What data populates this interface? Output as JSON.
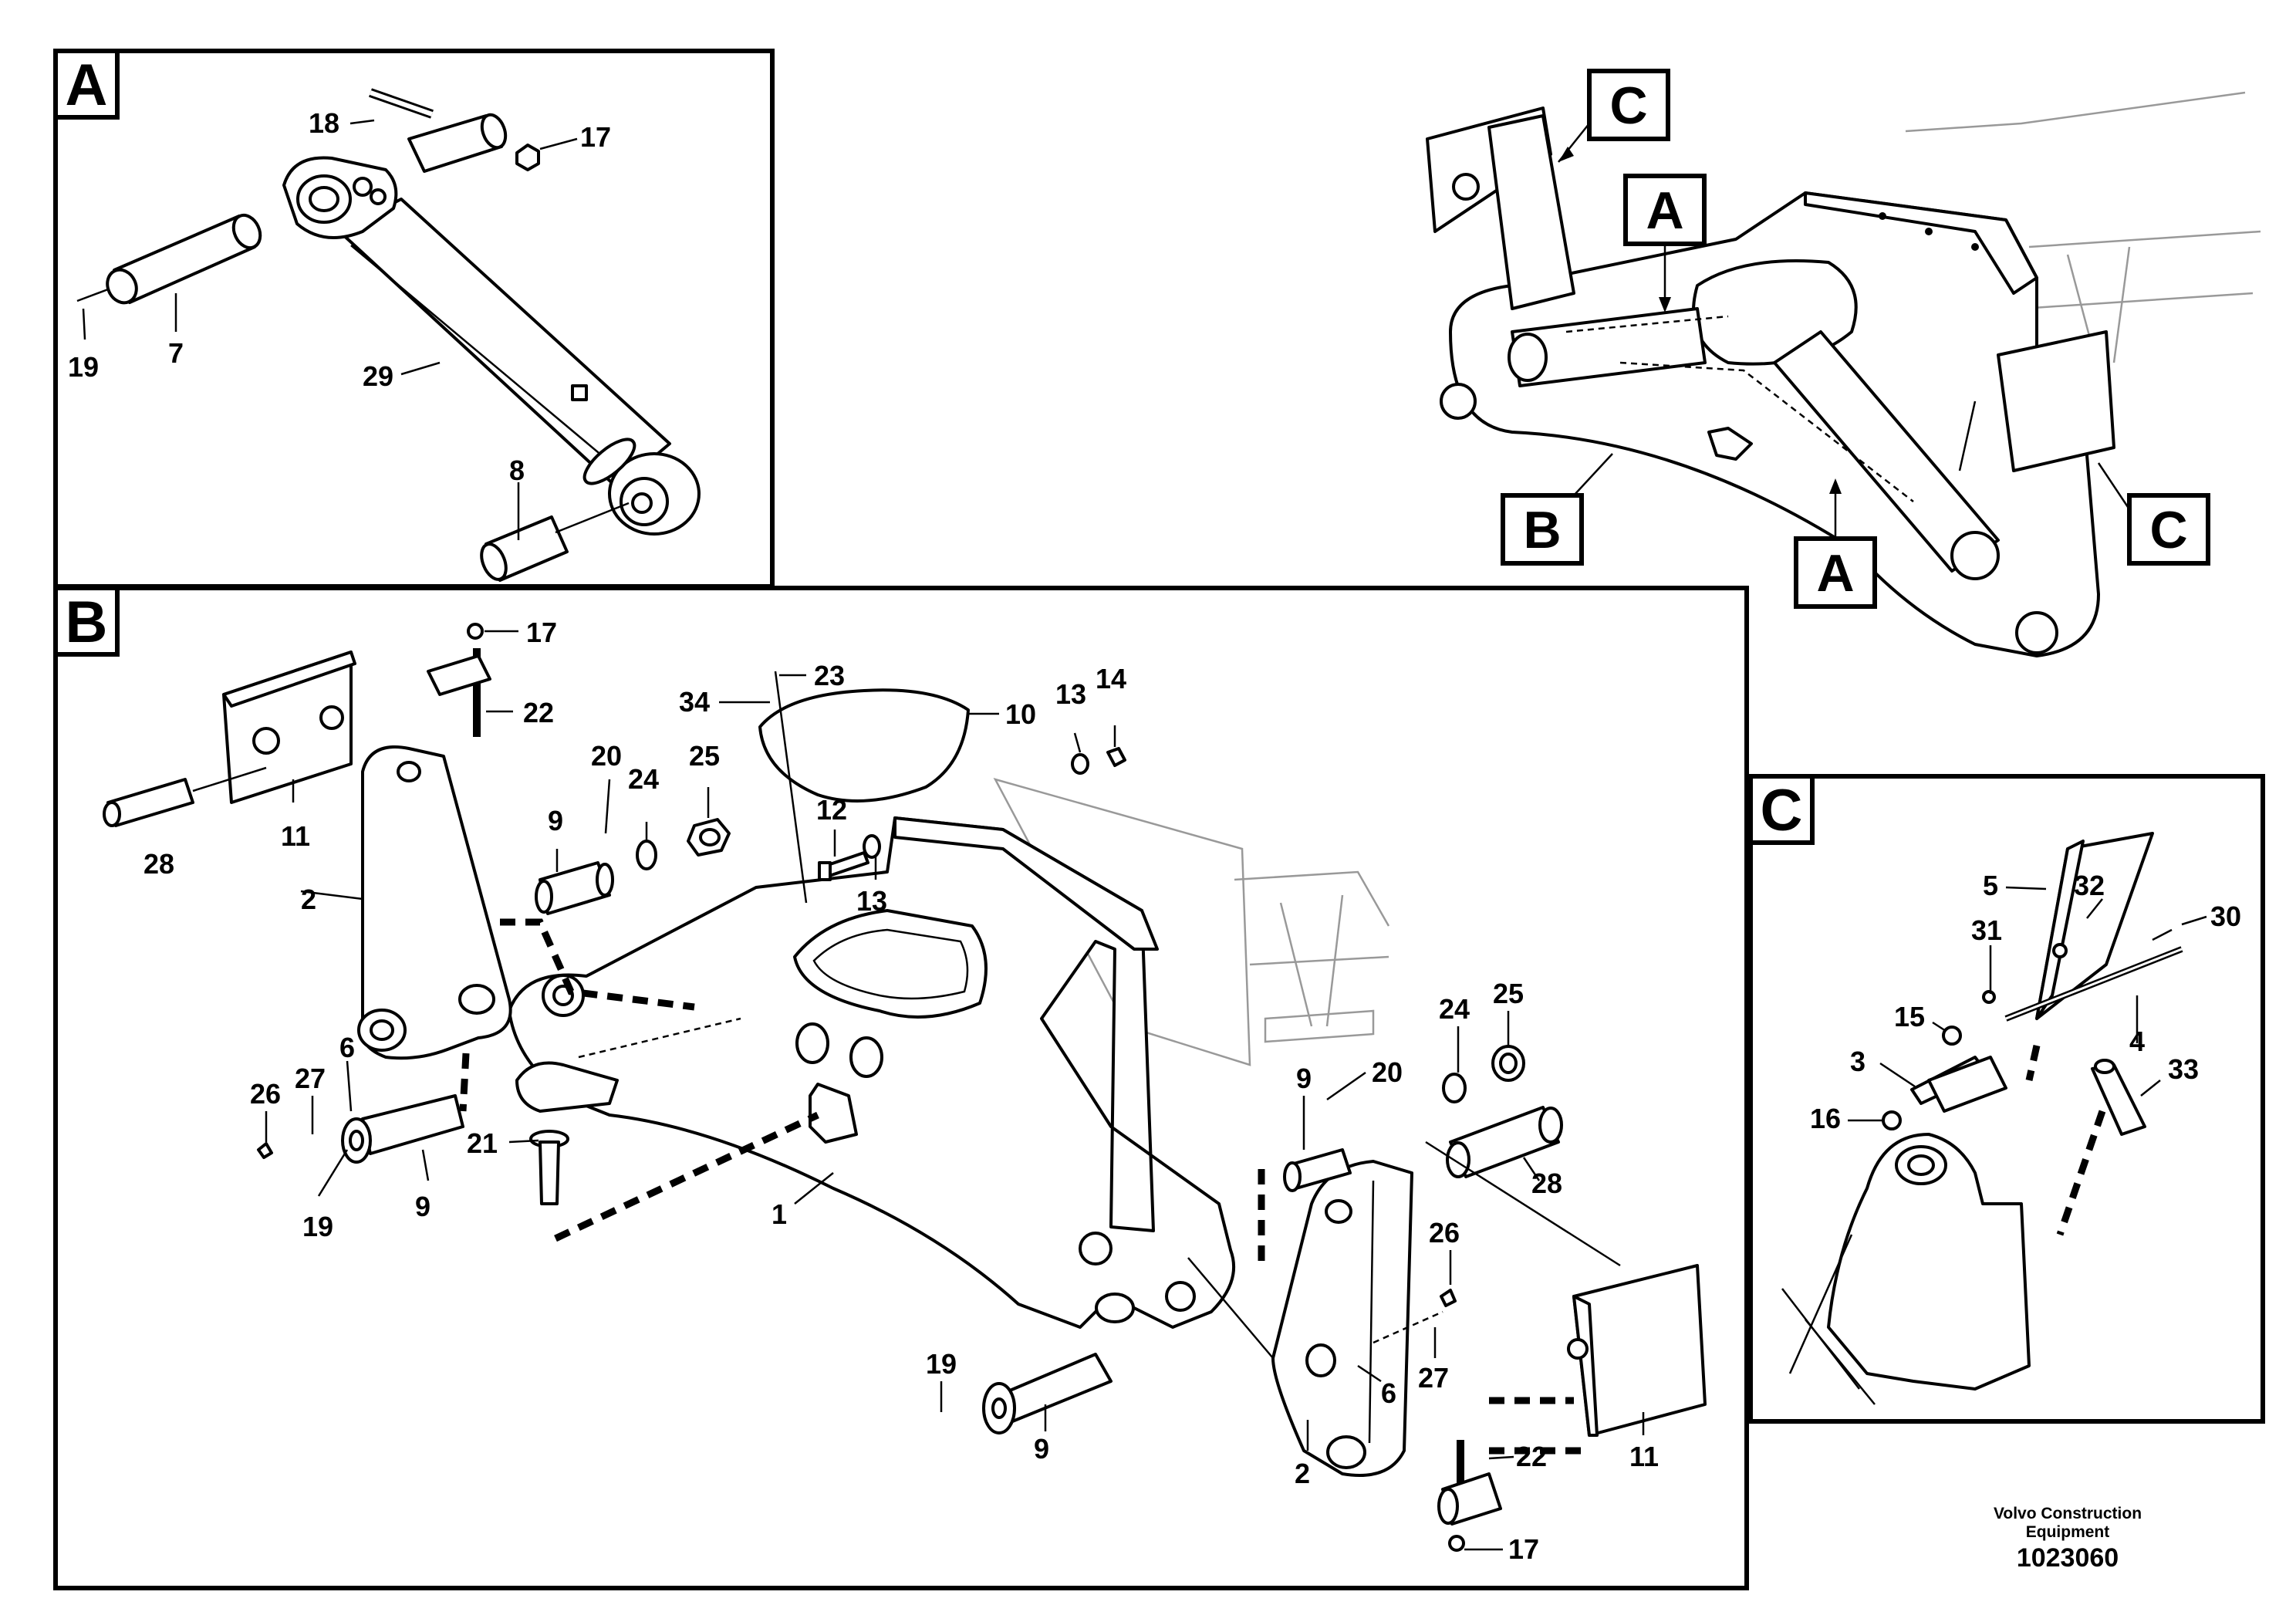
{
  "frames": {
    "A": {
      "letter": "A"
    },
    "B": {
      "letter": "B"
    },
    "C": {
      "letter": "C"
    }
  },
  "callouts": {
    "overview_C_top": "C",
    "overview_A_top": "A",
    "overview_B": "B",
    "overview_A_bottom": "A",
    "overview_C_right": "C"
  },
  "labels_A": [
    "18",
    "17",
    "19",
    "7",
    "29",
    "8"
  ],
  "labels_B": [
    "17",
    "22",
    "23",
    "34",
    "10",
    "13",
    "14",
    "20",
    "24",
    "25",
    "9",
    "12",
    "13",
    "11",
    "28",
    "2",
    "6",
    "27",
    "26",
    "19",
    "9",
    "21",
    "1",
    "9",
    "20",
    "24",
    "25",
    "28",
    "26",
    "27",
    "6",
    "19",
    "9",
    "2",
    "22",
    "11",
    "17"
  ],
  "labels_C": [
    "5",
    "32",
    "31",
    "30",
    "15",
    "3",
    "4",
    "33",
    "16"
  ],
  "credit": {
    "line1": "Volvo Construction Equipment",
    "drawing_number": "1023060"
  }
}
